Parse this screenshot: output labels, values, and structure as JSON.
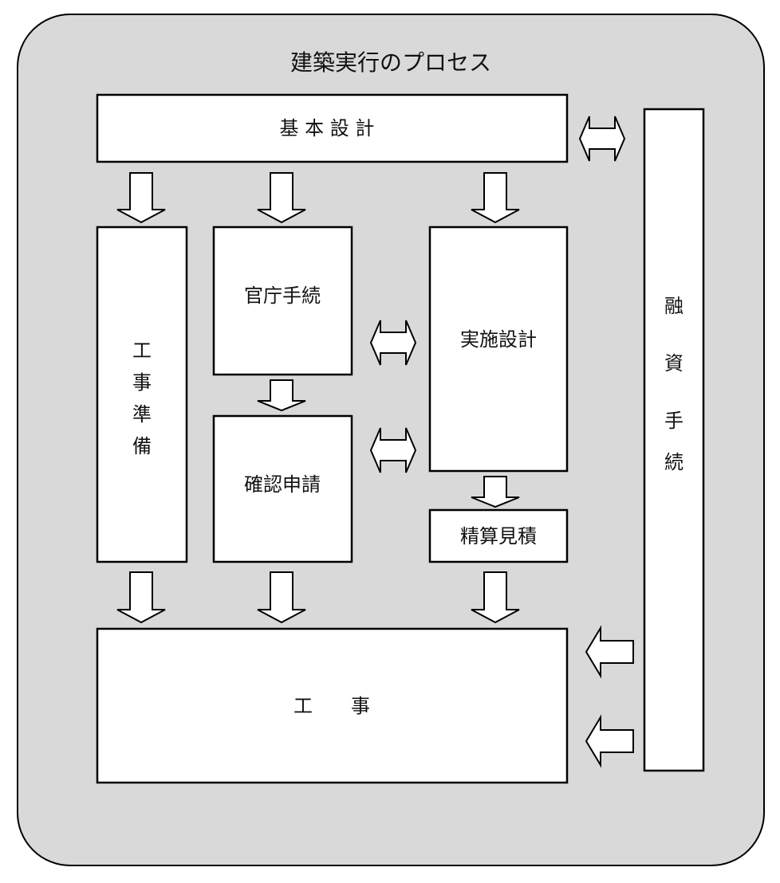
{
  "title": "建築実行のプロセス",
  "colors": {
    "background": "#d9d9d9",
    "box": "#ffffff",
    "stroke": "#000000"
  },
  "steps": {
    "basic_design": "基 本 設 計",
    "construction_prep": [
      "工",
      "事",
      "準",
      "備"
    ],
    "government_procedures": "官庁手続",
    "confirmation_application": "確認申請",
    "detailed_design": "実施設計",
    "final_estimate": "精算見積",
    "construction": "工　　事",
    "financing": [
      "融",
      "資",
      "手",
      "続"
    ]
  }
}
